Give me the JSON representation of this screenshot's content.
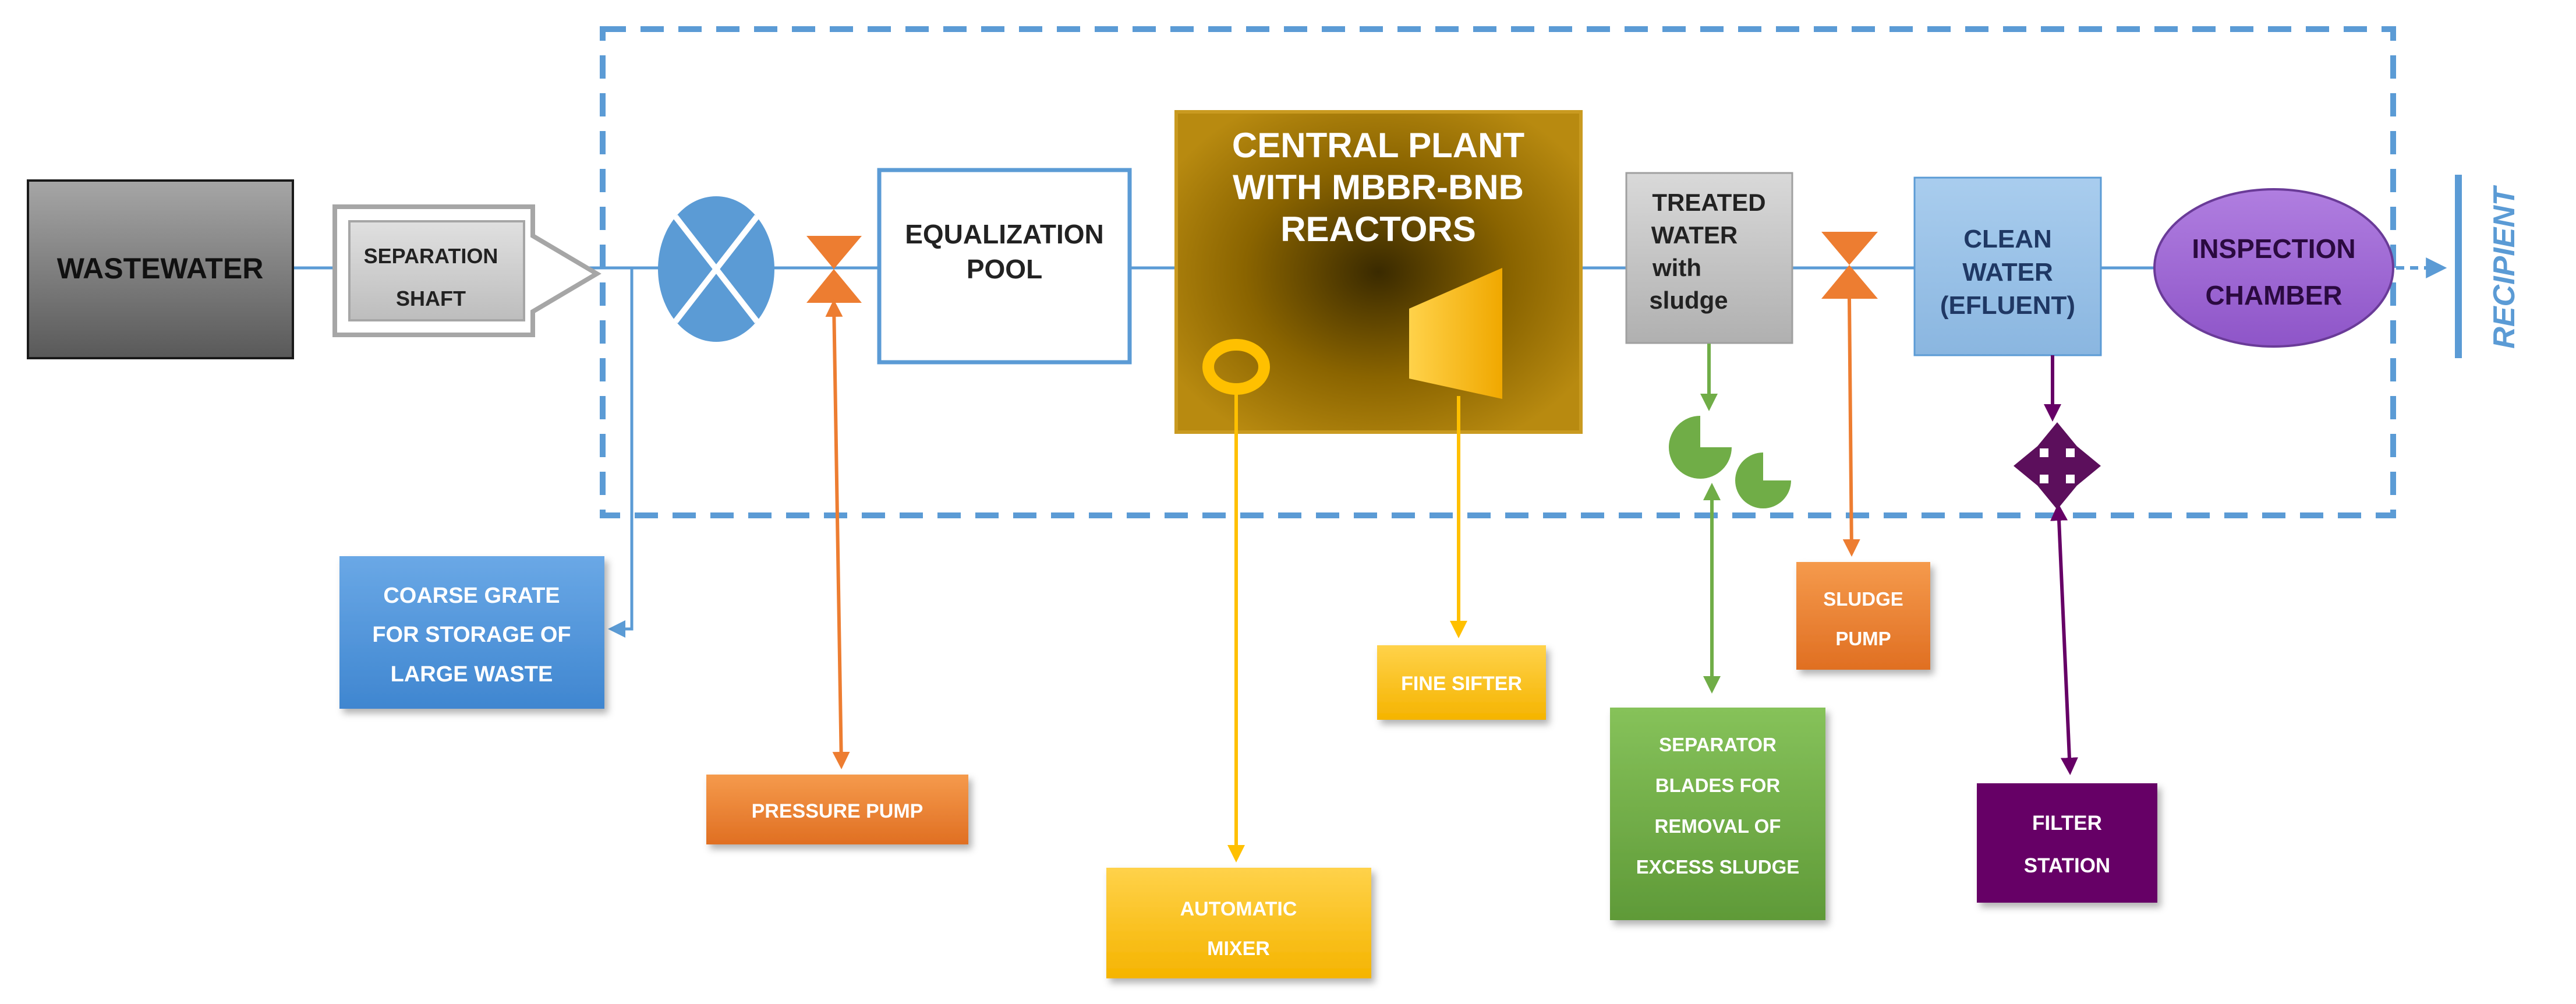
{
  "nodes": {
    "wastewater": "WASTEWATER",
    "separation_shaft": [
      "SEPARATION",
      "SHAFT"
    ],
    "equalization_pool": [
      "EQUALIZATION",
      "POOL"
    ],
    "central_plant": [
      "CENTRAL PLANT",
      "WITH MBBR-BNB",
      "REACTORS"
    ],
    "treated_water": [
      "TREATED",
      "WATER",
      "with",
      "sludge"
    ],
    "clean_water": [
      "CLEAN",
      "WATER",
      "(EFLUENT)"
    ],
    "inspection_chamber": [
      "INSPECTION",
      "CHAMBER"
    ],
    "recipient": "RECIPIENT"
  },
  "equipment": {
    "coarse_grate": [
      "COARSE GRATE",
      "FOR STORAGE OF",
      "LARGE WASTE"
    ],
    "pressure_pump": "PRESSURE PUMP",
    "automatic_mixer": [
      "AUTOMATIC",
      "MIXER"
    ],
    "fine_sifter": "FINE SIFTER",
    "separator_blades": [
      "SEPARATOR",
      "BLADES FOR",
      "REMOVAL OF",
      "EXCESS SLUDGE"
    ],
    "sludge_pump": [
      "SLUDGE",
      "PUMP"
    ],
    "filter_station": [
      "FILTER",
      "STATION"
    ]
  },
  "colors": {
    "flow_line": "#5b9bd5",
    "boundary": "#5b9bd5",
    "wastewater": "#7f7f7f",
    "separation_shaft": "#bfbfbf",
    "equalization_border": "#5b9bd5",
    "central_plant": "#7f5f00",
    "treated_water": "#bfbfbf",
    "clean_water": "#9dc3e6",
    "inspection_chamber": "#9966cc",
    "coarse_grate": "#4a90d9",
    "pump_orange": "#ed7d31",
    "mixer_yellow": "#ffc000",
    "separator_green": "#70ad47",
    "filter_purple": "#660066"
  },
  "icons": {
    "valve": "valve-x-icon",
    "pressure_pump": "bowtie-pump-icon",
    "mixer": "ring-mixer-icon",
    "sifter": "funnel-sifter-icon",
    "separator": "pie-blades-icon",
    "sludge_pump": "bowtie-pump-icon",
    "filter": "four-way-arrow-icon"
  }
}
